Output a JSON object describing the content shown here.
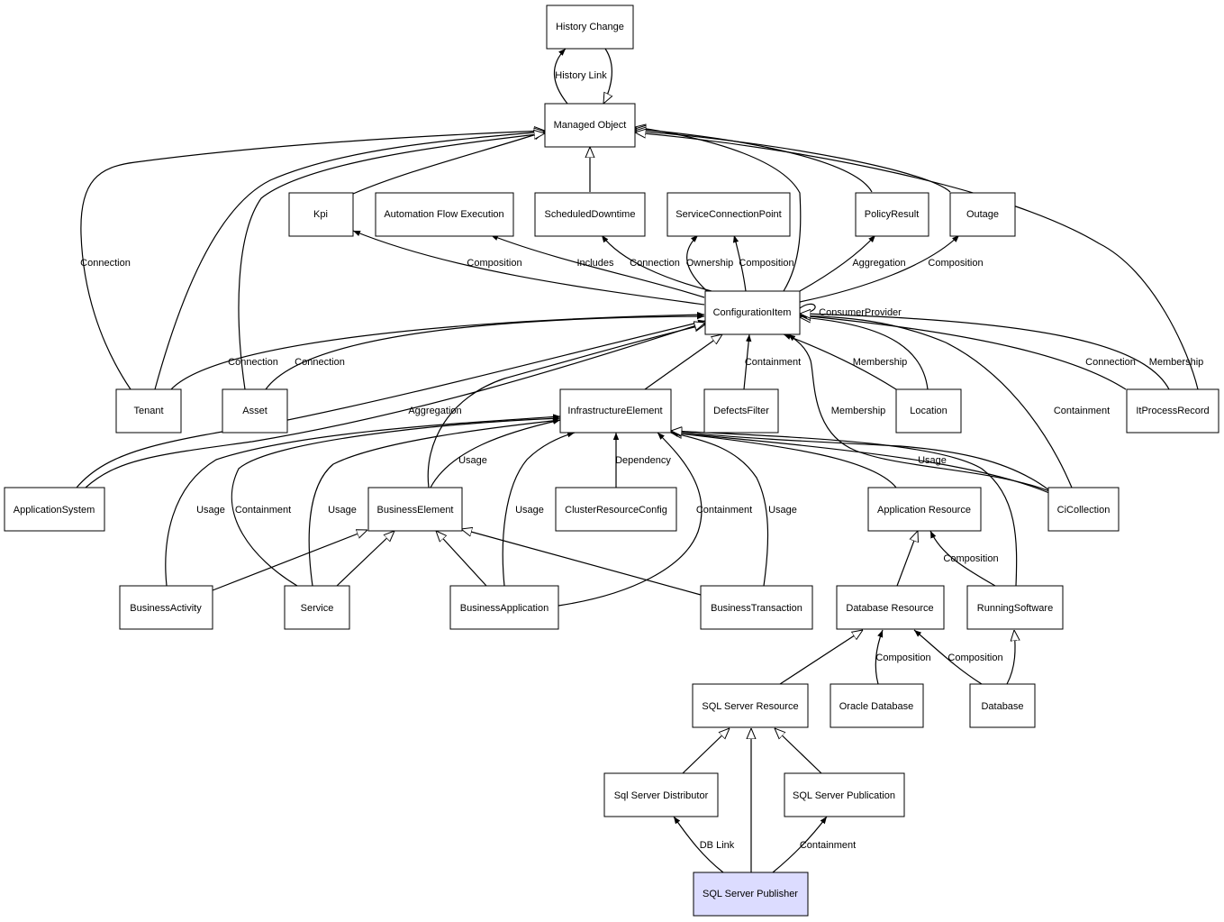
{
  "nodes": {
    "history_change": "History Change",
    "managed_object": "Managed Object",
    "kpi": "Kpi",
    "automation_flow_execution": "Automation Flow Execution",
    "scheduled_downtime": "ScheduledDowntime",
    "service_connection_point": "ServiceConnectionPoint",
    "policy_result": "PolicyResult",
    "outage": "Outage",
    "configuration_item": "ConfigurationItem",
    "tenant": "Tenant",
    "asset": "Asset",
    "infrastructure_element": "InfrastructureElement",
    "defects_filter": "DefectsFilter",
    "location": "Location",
    "it_process_record": "ItProcessRecord",
    "application_system": "ApplicationSystem",
    "business_element": "BusinessElement",
    "cluster_resource_config": "ClusterResourceConfig",
    "application_resource": "Application Resource",
    "ci_collection": "CiCollection",
    "business_activity": "BusinessActivity",
    "service": "Service",
    "business_application": "BusinessApplication",
    "business_transaction": "BusinessTransaction",
    "database_resource": "Database Resource",
    "running_software": "RunningSoftware",
    "sql_server_resource": "SQL Server Resource",
    "oracle_database": "Oracle Database",
    "database": "Database",
    "sql_server_distributor": "Sql Server Distributor",
    "sql_server_publication": "SQL Server Publication",
    "sql_server_publisher": "SQL Server Publisher"
  },
  "edge_labels": {
    "history_link": "History Link",
    "tenant_mo_connection": "Connection",
    "kpi_composition": "Composition",
    "afe_includes": "Includes",
    "sd_connection": "Connection",
    "scp_ownership": "Ownership",
    "scp_composition": "Composition",
    "pr_aggregation": "Aggregation",
    "outage_composition": "Composition",
    "consumer_provider": "ConsumerProvider",
    "tenant_connection": "Connection",
    "asset_connection": "Connection",
    "defects_containment": "Containment",
    "location_membership": "Membership",
    "cicollection_membership": "Membership",
    "itpr_connection": "Connection",
    "itpr_membership": "Membership",
    "as_aggregation": "Aggregation",
    "be_usage": "Usage",
    "cluster_dependency": "Dependency",
    "cicollection_usage": "Usage",
    "cicollection_containment": "Containment",
    "ba_usage": "Usage",
    "service_containment": "Containment",
    "service_usage": "Usage",
    "bapp_usage": "Usage",
    "bapp_containment": "Containment",
    "bt_usage": "Usage",
    "rs_composition": "Composition",
    "oracle_composition": "Composition",
    "db_composition": "Composition",
    "db_link": "DB Link",
    "pub_containment": "Containment"
  }
}
